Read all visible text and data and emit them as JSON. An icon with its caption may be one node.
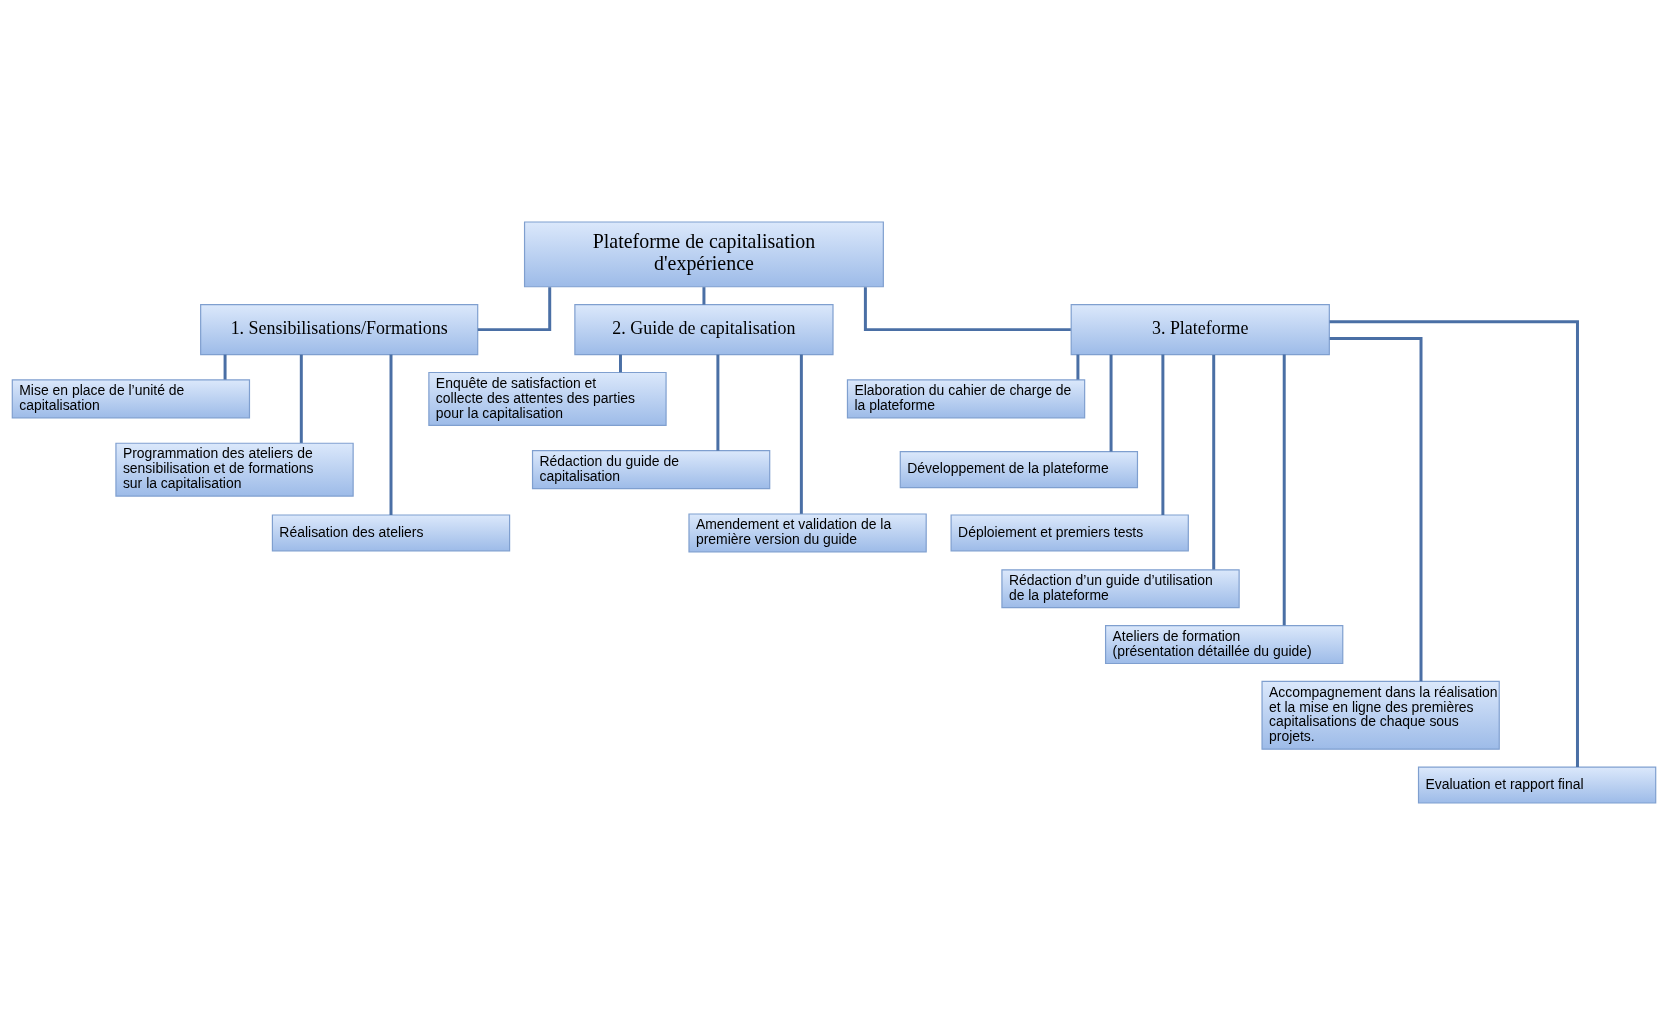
{
  "diagram": {
    "nodes": [
      {
        "text": [
          "Plateforme de capitalisation d'expérience"
        ]
      },
      {
        "text": [
          "1. Sensibilisations/Formations"
        ]
      },
      {
        "text": [
          "2. Guide de capitalisation"
        ]
      },
      {
        "text": [
          "3. Plateforme"
        ]
      },
      {
        "text": [
          "Mise en place de l’unité de capitalisation"
        ]
      },
      {
        "text": [
          "Programmation des ateliers de sensibilisation et de formations sur la capitalisation"
        ]
      },
      {
        "text": [
          "Réalisation des ateliers"
        ]
      },
      {
        "text": [
          "Enquête de satisfaction et collecte des attentes des parties pour la capitalisation"
        ]
      },
      {
        "text": [
          "Rédaction du guide de capitalisation"
        ]
      },
      {
        "text": [
          "Amendement et validation de la première version du guide"
        ]
      },
      {
        "text": [
          "Elaboration du cahier de charge de la plateforme"
        ]
      },
      {
        "text": [
          "Développement de la plateforme"
        ]
      },
      {
        "text": [
          "Déploiement et premiers tests"
        ]
      },
      {
        "text": [
          "Rédaction d’un guide d’utilisation de la plateforme"
        ]
      },
      {
        "text": [
          "Ateliers de formation (présentation détaillée du guide)"
        ]
      },
      {
        "text": [
          "Accompagnement dans la réalisation et la mise en ligne des premières capitalisations de chaque sous projets."
        ]
      },
      {
        "text": [
          "Evaluation et rapport final"
        ]
      }
    ],
    "edges": [
      {
        "from": 0,
        "to": 1,
        "arrow": "none"
      },
      {
        "from": 0,
        "to": 2,
        "arrow": "none"
      },
      {
        "from": 0,
        "to": 3,
        "arrow": "none"
      },
      {
        "from": 1,
        "to": 4,
        "arrow": "none"
      },
      {
        "from": 1,
        "to": 5,
        "arrow": "none"
      },
      {
        "from": 1,
        "to": 6,
        "arrow": "none"
      },
      {
        "from": 2,
        "to": 7,
        "arrow": "none"
      },
      {
        "from": 2,
        "to": 8,
        "arrow": "none"
      },
      {
        "from": 2,
        "to": 9,
        "arrow": "none"
      },
      {
        "from": 3,
        "to": 10,
        "arrow": "none"
      },
      {
        "from": 3,
        "to": 11,
        "arrow": "none"
      },
      {
        "from": 3,
        "to": 12,
        "arrow": "none"
      },
      {
        "from": 3,
        "to": 13,
        "arrow": "none"
      },
      {
        "from": 3,
        "to": 14,
        "arrow": "none"
      },
      {
        "from": 3,
        "to": 15,
        "arrow": "none"
      },
      {
        "from": 3,
        "to": 16,
        "arrow": "none"
      }
    ]
  }
}
